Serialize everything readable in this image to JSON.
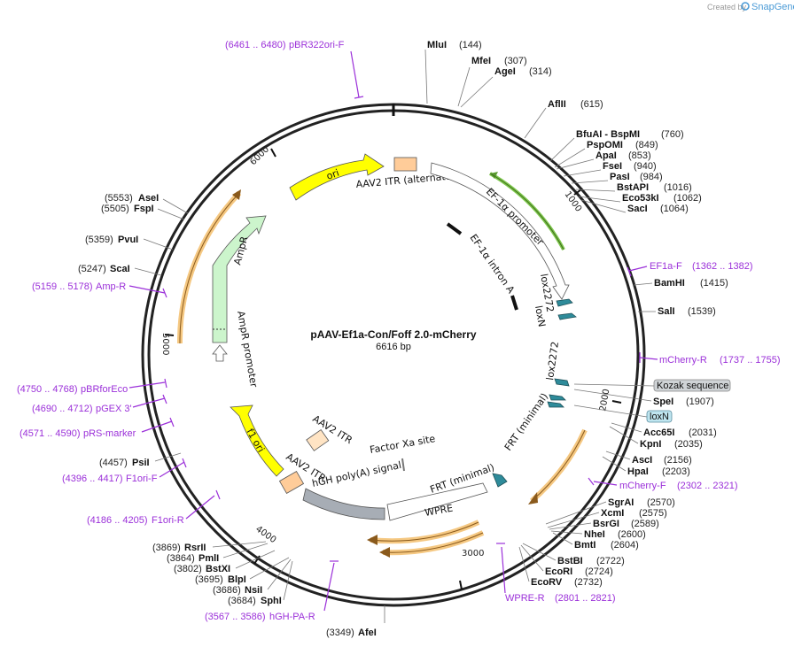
{
  "brand": {
    "created_by": "Created by",
    "product": "SnapGene"
  },
  "plasmid": {
    "name": "pAAV-Ef1a-Con/Foff 2.0-mCherry",
    "length": "6616 bp"
  },
  "ticks": {
    "t1000": "1000",
    "t2000": "2000",
    "t3000": "3000",
    "t4000": "4000",
    "t5000": "5000",
    "t6000": "6000"
  },
  "features": {
    "ori": "ori",
    "itr_alt": "AAV2 ITR (alternate)",
    "ef1a_promoter": "EF-1α promoter",
    "ef1a_intron": "EF-1α intron A",
    "lox2272": "lox2272",
    "loxn": "loxN",
    "frt_minimal": "FRT (minimal)",
    "wpre": "WPRE",
    "hgh_polya": "hGH poly(A) signal",
    "factor_xa": "Factor Xa site",
    "aav2_itr": "AAV2 ITR",
    "f1_ori": "f1 ori",
    "ampr": "AmpR",
    "ampr_promoter": "AmpR promoter"
  },
  "boxes": {
    "kozak": "Kozak sequence",
    "loxn": "loxN"
  },
  "sites": {
    "mlui": {
      "name": "MluI",
      "pos": "(144)"
    },
    "mfei": {
      "name": "MfeI",
      "pos": "(307)"
    },
    "agei": {
      "name": "AgeI",
      "pos": "(314)"
    },
    "aflii": {
      "name": "AflII",
      "pos": "(615)"
    },
    "bfuai": {
      "name": "BfuAI  - BspMI",
      "pos": "(760)"
    },
    "pspomi": {
      "name": "PspOMI",
      "pos": "(849)"
    },
    "apai": {
      "name": "ApaI",
      "pos": "(853)"
    },
    "fsei": {
      "name": "FseI",
      "pos": "(940)"
    },
    "pasi": {
      "name": "PasI",
      "pos": "(984)"
    },
    "bstapi": {
      "name": "BstAPI",
      "pos": "(1016)"
    },
    "eco53ki": {
      "name": "Eco53kI",
      "pos": "(1062)"
    },
    "saci": {
      "name": "SacI",
      "pos": "(1064)"
    },
    "bamhi": {
      "name": "BamHI",
      "pos": "(1415)"
    },
    "sali": {
      "name": "SalI",
      "pos": "(1539)"
    },
    "spei": {
      "name": "SpeI",
      "pos": "(1907)"
    },
    "acc65i": {
      "name": "Acc65I",
      "pos": "(2031)"
    },
    "kpni": {
      "name": "KpnI",
      "pos": "(2035)"
    },
    "asci": {
      "name": "AscI",
      "pos": "(2156)"
    },
    "hpai": {
      "name": "HpaI",
      "pos": "(2203)"
    },
    "sgrai": {
      "name": "SgrAI",
      "pos": "(2570)"
    },
    "xcmi": {
      "name": "XcmI",
      "pos": "(2575)"
    },
    "bsrgi": {
      "name": "BsrGI",
      "pos": "(2589)"
    },
    "nhei": {
      "name": "NheI",
      "pos": "(2600)"
    },
    "bmti": {
      "name": "BmtI",
      "pos": "(2604)"
    },
    "bstbi": {
      "name": "BstBI",
      "pos": "(2722)"
    },
    "ecori": {
      "name": "EcoRI",
      "pos": "(2724)"
    },
    "ecorv": {
      "name": "EcoRV",
      "pos": "(2732)"
    },
    "afei": {
      "name": "AfeI",
      "pos": "(3349)"
    },
    "asei": {
      "name": "AseI",
      "pos": "(5553)"
    },
    "fspi": {
      "name": "FspI",
      "pos": "(5505)"
    },
    "pvui": {
      "name": "PvuI",
      "pos": "(5359)"
    },
    "scai": {
      "name": "ScaI",
      "pos": "(5247)"
    },
    "psii": {
      "name": "PsiI",
      "pos": "(4457)"
    },
    "rsrii": {
      "name": "RsrII",
      "pos": "(3869)"
    },
    "pmli": {
      "name": "PmlI",
      "pos": "(3864)"
    },
    "bstxi": {
      "name": "BstXI",
      "pos": "(3802)"
    },
    "blpi": {
      "name": "BlpI",
      "pos": "(3695)"
    },
    "nsii": {
      "name": "NsiI",
      "pos": "(3686)"
    },
    "sphi": {
      "name": "SphI",
      "pos": "(3684)"
    }
  },
  "primers": {
    "pbr322ori_f": {
      "name": "pBR322ori-F",
      "pos": "(6461 .. 6480)"
    },
    "ef1a_f": {
      "name": "EF1a-F",
      "pos": "(1362 .. 1382)"
    },
    "mcherry_r": {
      "name": "mCherry-R",
      "pos": "(1737 .. 1755)"
    },
    "mcherry_f": {
      "name": "mCherry-F",
      "pos": "(2302 .. 2321)"
    },
    "wpre_r": {
      "name": "WPRE-R",
      "pos": "(2801 .. 2821)"
    },
    "amp_r": {
      "name": "Amp-R",
      "pos": "(5159 .. 5178)"
    },
    "pbrforeco": {
      "name": "pBRforEco",
      "pos": "(4750 .. 4768)"
    },
    "pgex3": {
      "name": "pGEX 3'",
      "pos": "(4690 .. 4712)"
    },
    "prs_marker": {
      "name": "pRS-marker",
      "pos": "(4571 .. 4590)"
    },
    "f1ori_f": {
      "name": "F1ori-F",
      "pos": "(4396 .. 4417)"
    },
    "f1ori_r": {
      "name": "F1ori-R",
      "pos": "(4186 .. 4205)"
    },
    "hgh_pa_r": {
      "name": "hGH-PA-R",
      "pos": "(3567 .. 3586)"
    }
  }
}
